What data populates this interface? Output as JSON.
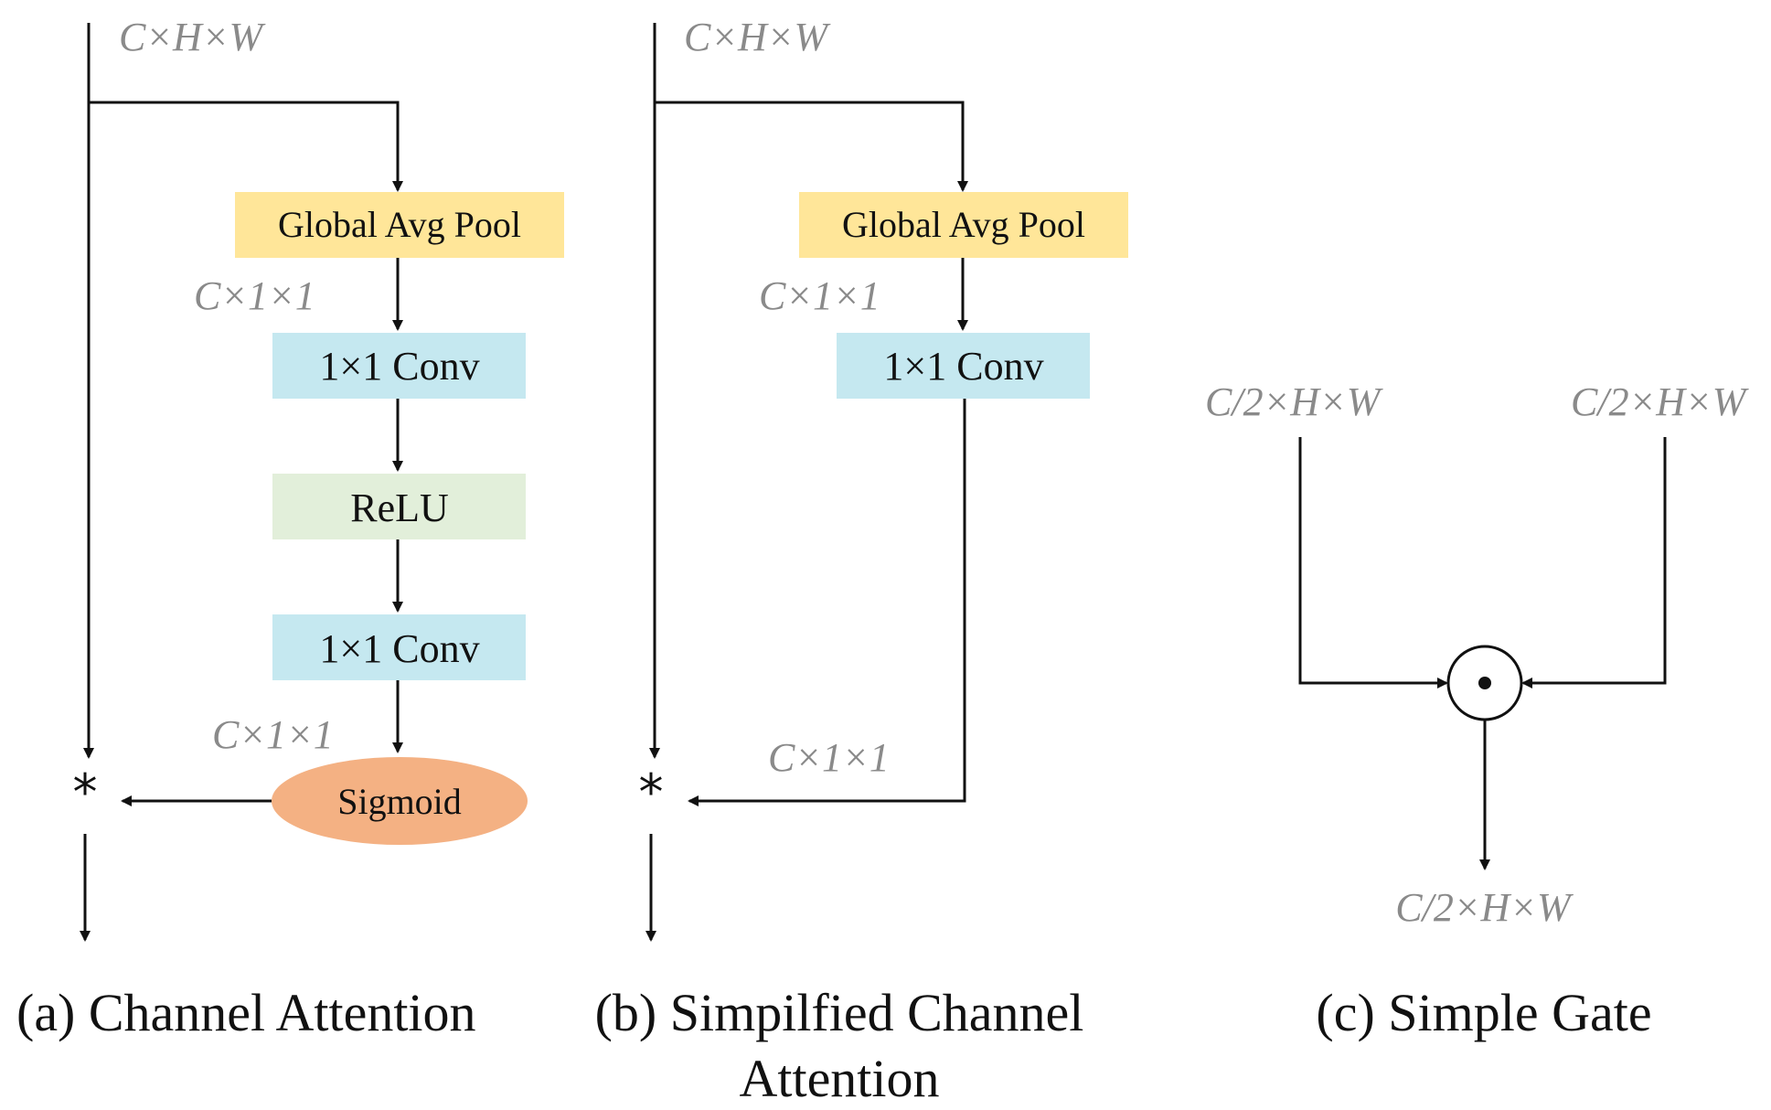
{
  "colors": {
    "pool": "#FFE699",
    "conv": "#C5E8F0",
    "relu": "#E2EFDA",
    "sigmoid": "#F4B183",
    "dim_text": "#8a8a8a",
    "line": "#111111"
  },
  "panel_a": {
    "input_dim": "C×H×W",
    "pool_label": "Global Avg Pool",
    "pooled_dim": "C×1×1",
    "conv1_label": "1×1 Conv",
    "relu_label": "ReLU",
    "conv2_label": "1×1 Conv",
    "attn_dim": "C×1×1",
    "sigmoid_label": "Sigmoid",
    "multiply_symbol": "*",
    "caption": "(a) Channel Attention"
  },
  "panel_b": {
    "input_dim": "C×H×W",
    "pool_label": "Global Avg Pool",
    "pooled_dim": "C×1×1",
    "conv_label": "1×1 Conv",
    "attn_dim": "C×1×1",
    "multiply_symbol": "*",
    "caption_line1": "(b) Simpilfied Channel",
    "caption_line2": "Attention"
  },
  "panel_c": {
    "left_dim": "C/2×H×W",
    "right_dim": "C/2×H×W",
    "output_dim": "C/2×H×W",
    "caption": "(c) Simple Gate"
  }
}
